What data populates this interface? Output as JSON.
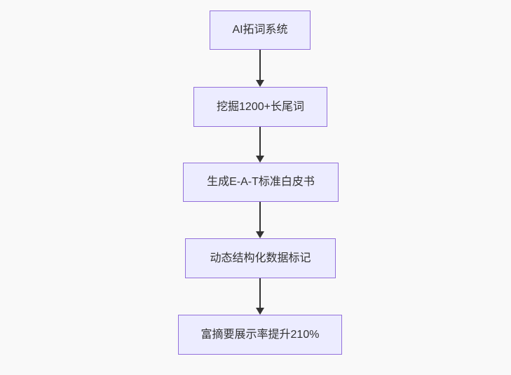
{
  "diagram": {
    "type": "flowchart",
    "direction": "top-down",
    "nodes": [
      {
        "id": "step-1",
        "label": "AI拓词系统"
      },
      {
        "id": "step-2",
        "label": "挖掘1200+长尾词"
      },
      {
        "id": "step-3",
        "label": "生成E-A-T标准白皮书"
      },
      {
        "id": "step-4",
        "label": "动态结构化数据标记"
      },
      {
        "id": "step-5",
        "label": "富摘要展示率提升210%"
      }
    ],
    "edges": [
      {
        "from": "step-1",
        "to": "step-2",
        "arrow": "down"
      },
      {
        "from": "step-2",
        "to": "step-3",
        "arrow": "down"
      },
      {
        "from": "step-3",
        "to": "step-4",
        "arrow": "down"
      },
      {
        "from": "step-4",
        "to": "step-5",
        "arrow": "down"
      }
    ],
    "colors": {
      "background": "#f9f9f9",
      "node_fill": "#ececff",
      "node_border": "#9370db",
      "node_text": "#333333",
      "arrow": "#333333"
    }
  }
}
